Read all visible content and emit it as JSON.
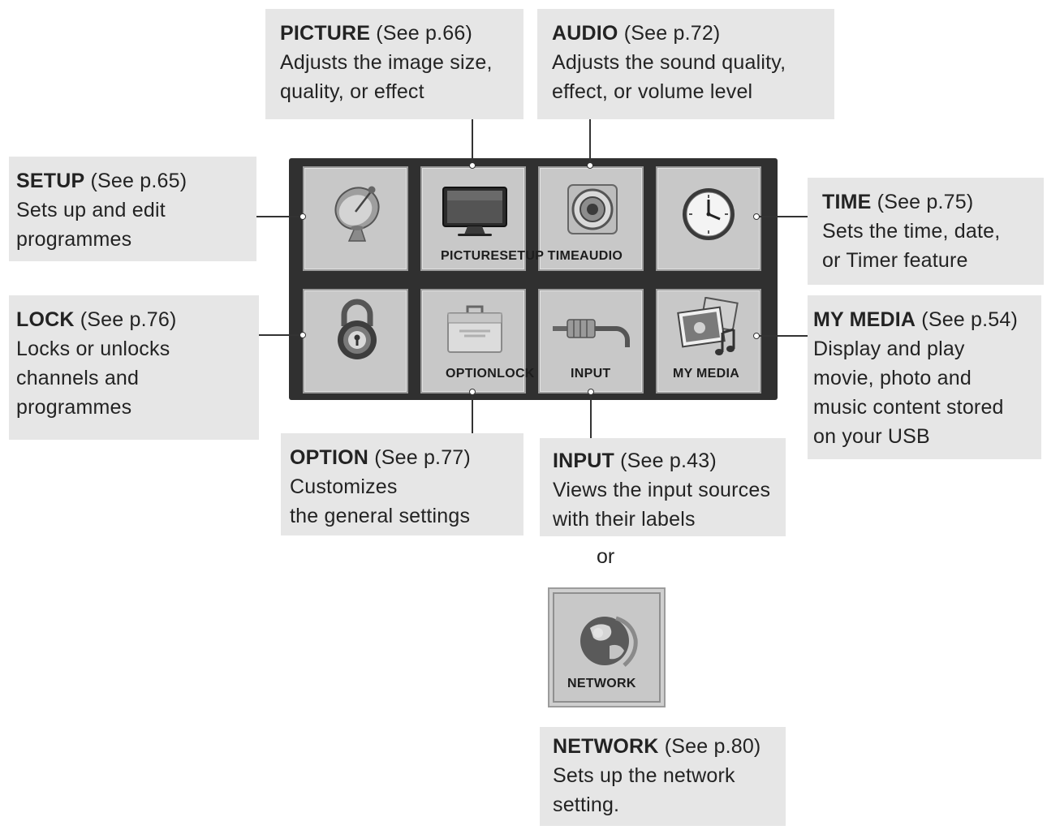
{
  "callouts": {
    "picture": {
      "title": "PICTURE",
      "ref": " (See p.66)",
      "lines": [
        "Adjusts the image size,",
        "quality, or effect"
      ]
    },
    "audio": {
      "title": "AUDIO",
      "ref": " (See p.72)",
      "lines": [
        "Adjusts the sound quality,",
        "effect, or volume level"
      ]
    },
    "setup": {
      "title": "SETUP",
      "ref": " (See p.65)",
      "lines": [
        "Sets up and edit",
        "programmes"
      ]
    },
    "time": {
      "title": "TIME",
      "ref": " (See p.75)",
      "lines": [
        "Sets the time, date,",
        "or Timer feature"
      ]
    },
    "lock": {
      "title": "LOCK",
      "ref": " (See p.76)",
      "lines": [
        "Locks or unlocks",
        "channels and",
        "programmes"
      ]
    },
    "my_media": {
      "title": "MY MEDIA",
      "ref": " (See p.54)",
      "lines": [
        "Display and play",
        "movie, photo and",
        "music content stored",
        "on your USB"
      ]
    },
    "option": {
      "title": "OPTION",
      "ref": " (See p.77)",
      "lines": [
        "Customizes",
        "the general settings"
      ]
    },
    "input": {
      "title": "INPUT",
      "ref": " (See p.43)",
      "lines": [
        "Views the input sources",
        "with their labels"
      ]
    },
    "network": {
      "title": "NETWORK",
      "ref": " (See p.80)",
      "lines": [
        "Sets up the network",
        "setting."
      ]
    }
  },
  "menu": {
    "row1_label": "PICTURESETUP TIMEAUDIO",
    "option_lock_label": "OPTIONLOCK",
    "input_label": "INPUT",
    "my_media_label": "MY MEDIA"
  },
  "or_text": "or",
  "network_tile_label": "NETWORK",
  "icons": [
    "satellite-dish-icon",
    "tv-icon",
    "speaker-icon",
    "clock-icon",
    "padlock-icon",
    "toolbox-icon",
    "cable-plug-icon",
    "media-photos-icon",
    "globe-icon"
  ]
}
